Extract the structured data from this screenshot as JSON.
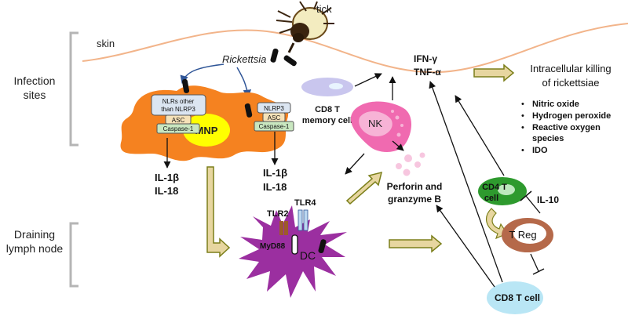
{
  "side_labels": {
    "infection_line1": "Infection",
    "infection_line2": "sites",
    "draining_line1": "Draining",
    "draining_line2": "lymph node"
  },
  "skin": "skin",
  "tick": "tick",
  "rickettsia": "Rickettsia",
  "mnp": {
    "label": "MNP",
    "nlr_other_line1": "NLRs other",
    "nlr_other_line2": "than NLRP3",
    "asc": "ASC",
    "caspase": "Caspase-1",
    "nlrp3": "NLRP3",
    "asc2": "ASC",
    "caspase2": "Caspase-1"
  },
  "cytokines_left": {
    "il1b": "IL-1β",
    "il18": "IL-18"
  },
  "cytokines_right": {
    "il1b": "IL-1β",
    "il18": "IL-18"
  },
  "cd8_memory": {
    "line1": "CD8 T",
    "line2": "memory cell"
  },
  "nk": "NK",
  "ifn": {
    "line1": "IFN-γ",
    "line2": "TNF-α"
  },
  "killing": {
    "line1": "Intracellular killing",
    "line2": "of rickettsiae"
  },
  "mechanisms": [
    "Nitric oxide",
    "Hydrogen peroxide",
    "Reactive oxygen",
    "species",
    "IDO"
  ],
  "perforin": {
    "line1": "Perforin and",
    "line2": "granzyme B"
  },
  "cd4": {
    "line1": "CD4 T",
    "line2": "cell"
  },
  "il10": "IL-10",
  "treg": "T Reg",
  "cd8_cell": "CD8 T cell",
  "dc": {
    "label": "DC",
    "tlr2": "TLR2",
    "tlr4": "TLR4",
    "myd88": "MyD88"
  },
  "colors": {
    "skin_line": "#f2b48a",
    "mnp": "#f58220",
    "mnp_nucleus": "#ffff00",
    "dc": "#9b2fa0",
    "nk": "#f06ab0",
    "cd8": "#c9c6ee",
    "cd4": "#2e9a2e",
    "treg": "#b5694a",
    "cd8_cell": "#b9e6f5",
    "arrow_fill": "#e7d6a0",
    "arrow_stroke": "#7b7f1a",
    "bracket": "#b5b5b5"
  }
}
